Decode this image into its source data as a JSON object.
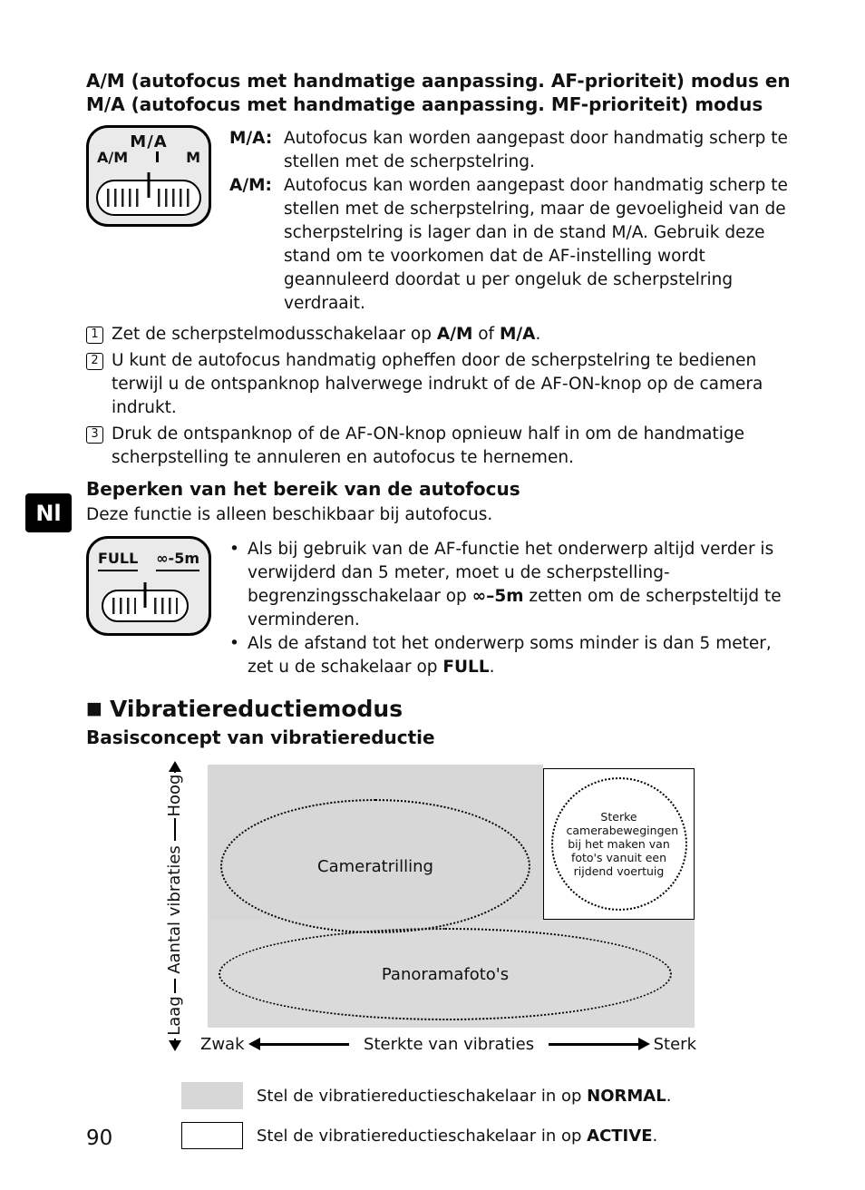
{
  "page": {
    "lang_tab": "Nl",
    "number": "90"
  },
  "afm": {
    "heading_line1": "A/M (autofocus met handmatige aanpassing. AF-prioriteit) modus en",
    "heading_line2": "M/A (autofocus met handmatige aanpassing. MF-prioriteit) modus",
    "switch": {
      "top": "M/A",
      "left": "A/M",
      "right": "M"
    },
    "defs": [
      {
        "label": "M/A:",
        "text": "Autofocus kan worden aangepast door handmatig scherp te stellen met de scherpstelring."
      },
      {
        "label": "A/M:",
        "text": "Autofocus kan worden aangepast door handmatig scherp te stellen met de scherpstelring, maar de gevoeligheid van de scherpstelring is lager dan in de stand M/A. Gebruik deze stand om te voorkomen dat de AF-instelling wordt geannuleerd doordat u per ongeluk de scherpstelring verdraait."
      }
    ],
    "steps": [
      {
        "num": "1",
        "pre": "Zet de scherpstelmodusschakelaar op ",
        "bold1": "A/M",
        "mid": " of ",
        "bold2": "M/A",
        "post": "."
      },
      {
        "num": "2",
        "text": "U kunt de autofocus handmatig opheffen door de scherpstelring te bedienen terwijl u de ontspanknop halverwege indrukt of de AF-ON-knop op de camera indrukt."
      },
      {
        "num": "3",
        "text": "Druk de ontspanknop of de AF-ON-knop opnieuw half in om de handmatige scherpstelling te annuleren en autofocus te hernemen."
      }
    ]
  },
  "limit": {
    "heading": "Beperken van het bereik van de autofocus",
    "intro": "Deze functie is alleen beschikbaar bij autofocus.",
    "switch": {
      "left": "FULL",
      "right": "∞-5m"
    },
    "bullets": [
      {
        "pre": "Als bij gebruik van de AF-functie het onderwerp altijd verder is verwijderd dan 5 meter, moet u de scherpstelling-begrenzingsschakelaar op ",
        "bold": "∞–5m",
        "post": " zetten om de scherpsteltijd te verminderen."
      },
      {
        "pre": "Als de afstand tot het onderwerp soms minder is dan 5 meter, zet u de schakelaar op ",
        "bold": "FULL",
        "post": "."
      }
    ]
  },
  "vr": {
    "marker": "■",
    "heading": "Vibratiereductiemodus",
    "subheading": "Basisconcept van vibratiereductie",
    "diagram": {
      "y_top": "Hoog",
      "y_label": "Aantal vibraties",
      "y_bottom": "Laag",
      "x_left": "Zwak",
      "x_label": "Sterkte van vibraties",
      "x_right": "Sterk",
      "ellipse_camera": "Cameratrilling",
      "ellipse_panorama": "Panoramafoto's",
      "box_driving": "Sterke camerabewegingen bij het maken van foto's vanuit een rijdend voertuig",
      "region_color_normal": "#d7d7d7",
      "region_color_active": "#ffffff"
    },
    "legend": [
      {
        "pre": "Stel de vibratiereductieschakelaar in op ",
        "bold": "NORMAL",
        "post": "."
      },
      {
        "pre": "Stel de vibratiereductieschakelaar in op ",
        "bold": "ACTIVE",
        "post": "."
      }
    ]
  }
}
